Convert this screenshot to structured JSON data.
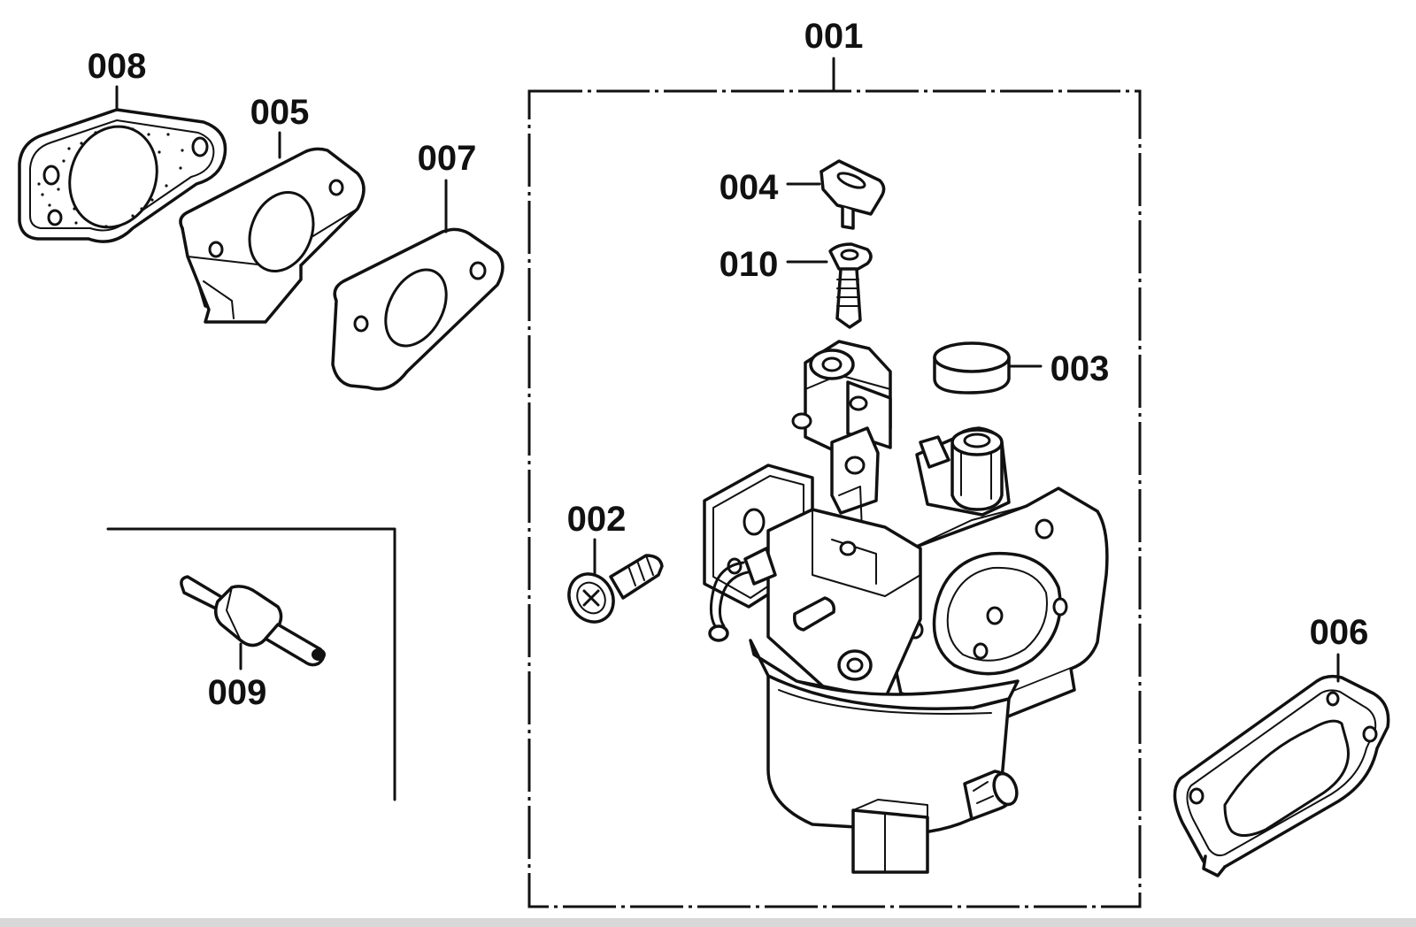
{
  "labels": {
    "p001": "001",
    "p002": "002",
    "p003": "003",
    "p004": "004",
    "p005": "005",
    "p006": "006",
    "p007": "007",
    "p008": "008",
    "p009": "009",
    "p010": "010"
  }
}
